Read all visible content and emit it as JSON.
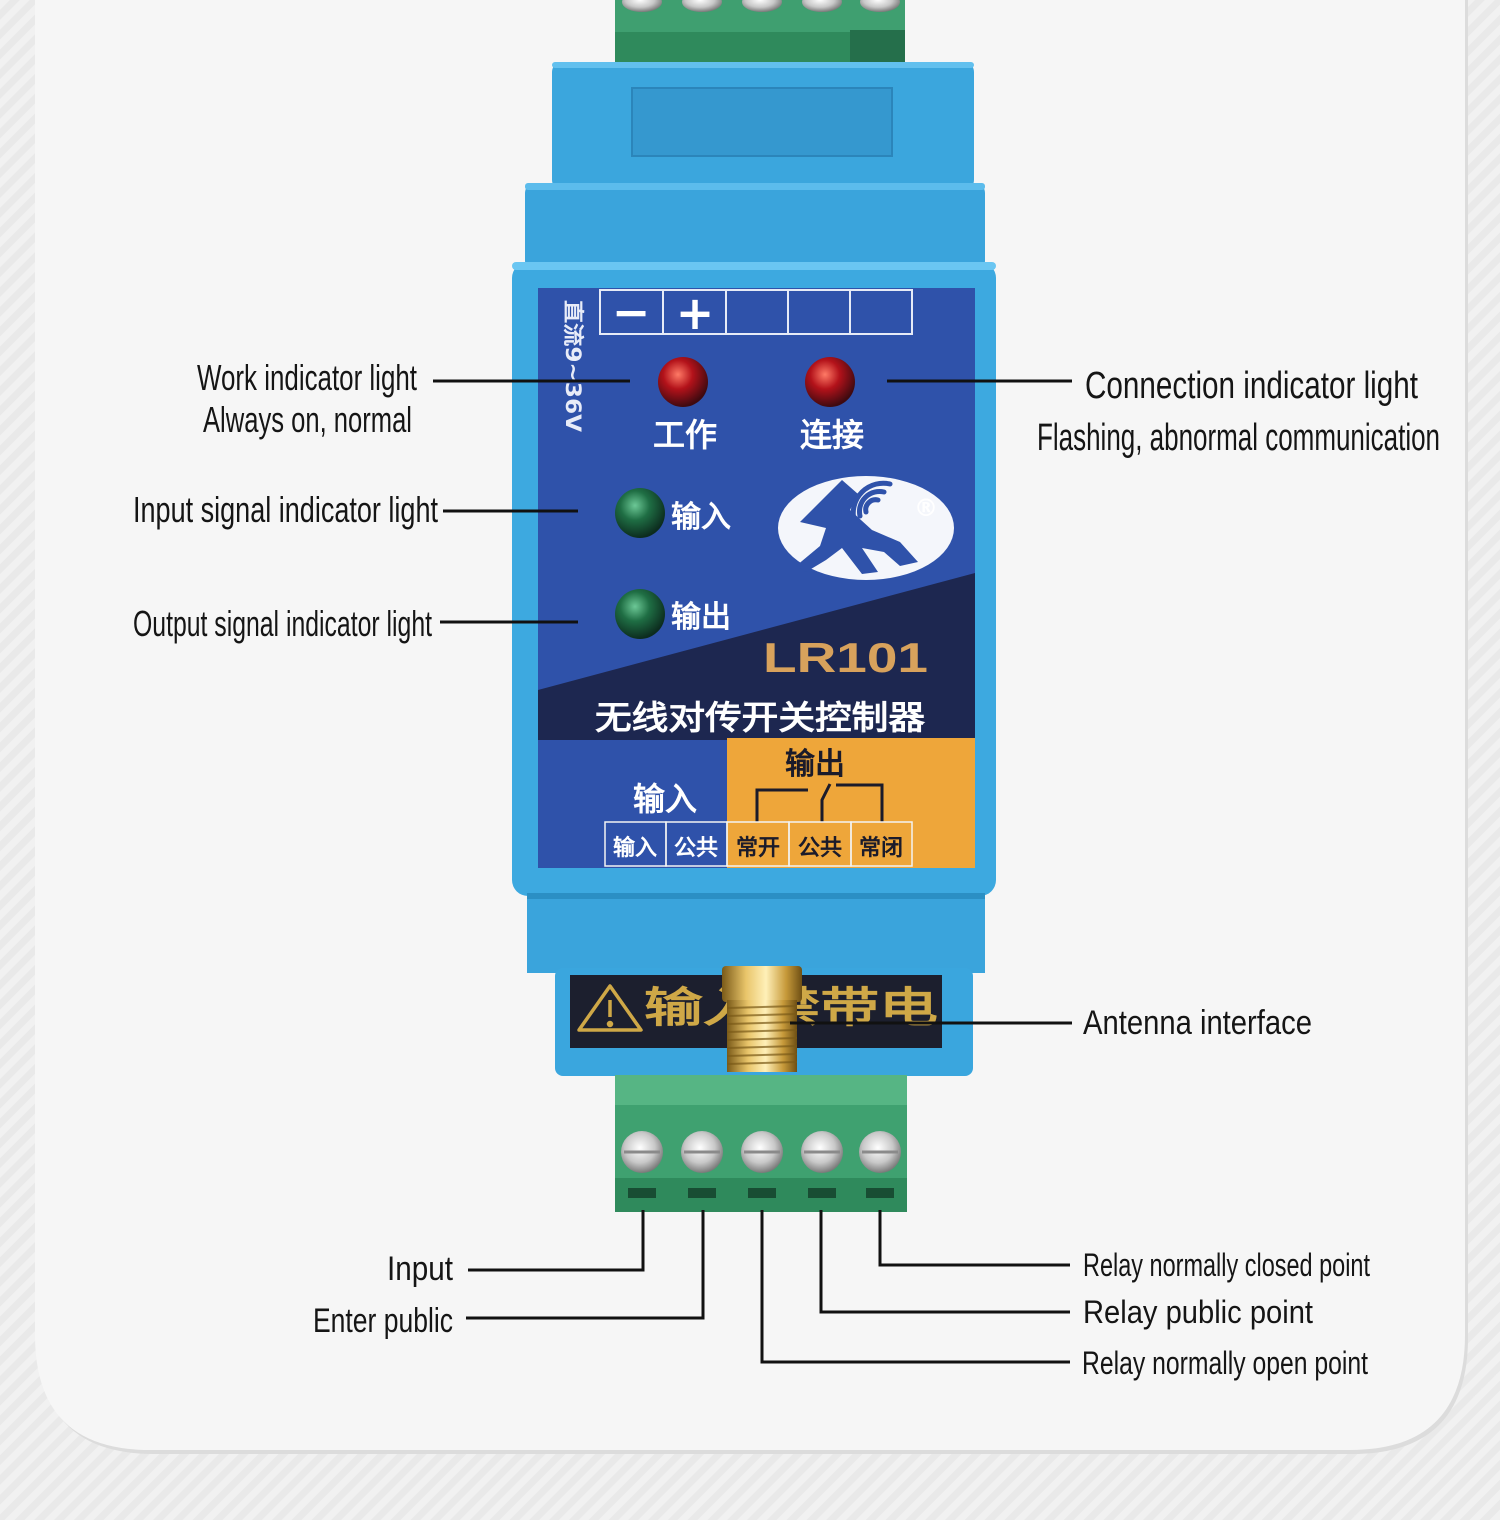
{
  "annotations": {
    "work_indicator": {
      "title": "Work indicator light",
      "note": "Always on, normal"
    },
    "connection_indicator": {
      "title": "Connection indicator light",
      "note": "Flashing, abnormal communication"
    },
    "input_signal_indicator": "Input signal indicator light",
    "output_signal_indicator": "Output signal indicator light",
    "antenna": "Antenna interface",
    "terminal_input": "Input",
    "terminal_input_common": "Enter public",
    "relay_nc": "Relay normally closed point",
    "relay_common": "Relay public point",
    "relay_no": "Relay normally open point"
  },
  "device": {
    "model": "LR101",
    "product_name": "无线对传开关控制器",
    "power_spec": "直流9~36V",
    "power_terminals": [
      "−",
      "+"
    ],
    "leds": {
      "work": "工作",
      "connect": "连接",
      "input": "输入",
      "output": "输出"
    },
    "registered_mark": "®",
    "input_section": "输入",
    "output_section": "输出",
    "io_terminals": [
      "输入",
      "公共",
      "常开",
      "公共",
      "常闭"
    ],
    "warning": "输入禁带电"
  },
  "colors": {
    "housing_blue": "#3ba6dd",
    "panel_blue": "#2f52aa",
    "band_navy": "#1d2750",
    "output_orange": "#eea63a",
    "model_gold": "#d8a25c",
    "terminal_green": "#3fa170",
    "led_red": "#c0141c",
    "led_green": "#1f6e44"
  }
}
